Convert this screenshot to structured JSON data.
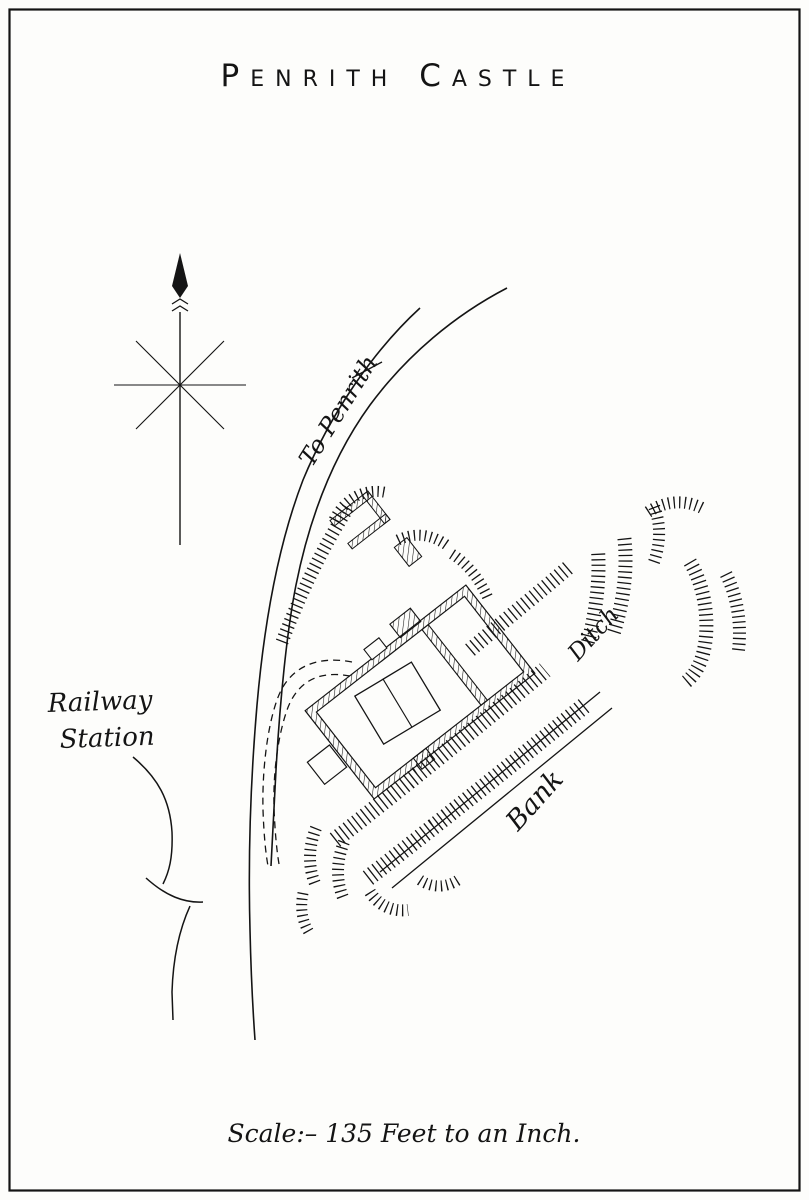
{
  "map": {
    "title": "Penrith Castle",
    "scale_note": "Scale:– 135 Feet to an Inch.",
    "labels": {
      "road": "To Penrith",
      "station_line1": "Railway",
      "station_line2": "Station",
      "ditch": "Ditch",
      "bank": "Bank"
    },
    "icons": {
      "compass": "north-arrow-icon"
    },
    "colors": {
      "ink": "#141414",
      "paper": "#fdfdfb"
    }
  }
}
